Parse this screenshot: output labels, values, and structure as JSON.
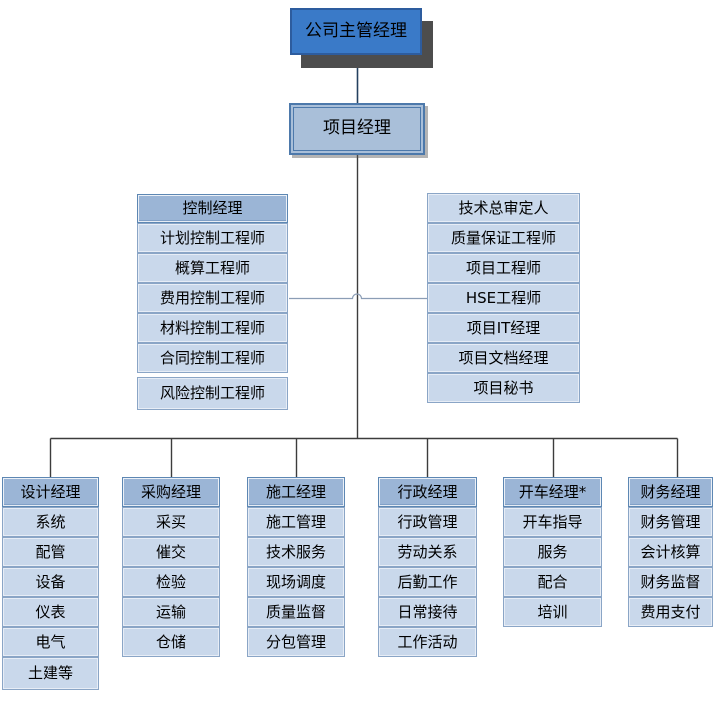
{
  "colors": {
    "top-fill": "#3a7ac8",
    "top-border": "#2d5c9e",
    "top-shadow": "#4d4d4d",
    "pm-fill": "#a9bfd9",
    "pm-border": "#4d79ab",
    "header-fill": "#9bb5d6",
    "header-border": "#5d87b3",
    "item-fill": "#c9d8eb",
    "item-border": "#8aa5c6",
    "line-dark": "#3c3c3c",
    "line-navy": "#24405f",
    "line-mid": "#8b9db5"
  },
  "nodes": {
    "top": "公司主管经理",
    "project_manager": "项目经理"
  },
  "left_column": {
    "header": "控制经理",
    "items": [
      "计划控制工程师",
      "概算工程师",
      "费用控制工程师",
      "材料控制工程师",
      "合同控制工程师",
      "风险控制工程师"
    ]
  },
  "right_column": {
    "items": [
      "技术总审定人",
      "质量保证工程师",
      "项目工程师",
      "HSE工程师",
      "项目IT经理",
      "项目文档经理",
      "项目秘书"
    ]
  },
  "bottom_columns": [
    {
      "header": "设计经理",
      "items": [
        "系统",
        "配管",
        "设备",
        "仪表",
        "电气",
        "土建等"
      ]
    },
    {
      "header": "采购经理",
      "items": [
        "采买",
        "催交",
        "检验",
        "运输",
        "仓储"
      ]
    },
    {
      "header": "施工经理",
      "items": [
        "施工管理",
        "技术服务",
        "现场调度",
        "质量监督",
        "分包管理"
      ]
    },
    {
      "header": "行政经理",
      "items": [
        "行政管理",
        "劳动关系",
        "后勤工作",
        "日常接待",
        "工作活动"
      ]
    },
    {
      "header": "开车经理*",
      "items": [
        "开车指导",
        "服务",
        "配合",
        "培训"
      ]
    },
    {
      "header": "财务经理",
      "items": [
        "财务管理",
        "会计核算",
        "财务监督",
        "费用支付"
      ]
    }
  ]
}
